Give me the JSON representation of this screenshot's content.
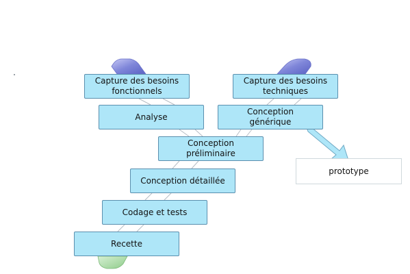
{
  "diagram": {
    "steps": {
      "capture_fonctionnels": "Capture des besoins\nfonctionnels",
      "capture_techniques": "Capture des besoins\ntechniques",
      "analyse": "Analyse",
      "conception_generique": "Conception\ngénérique",
      "conception_preliminaire": "Conception\npréliminaire",
      "conception_detaillee": "Conception détaillée",
      "codage_tests": "Codage et tests",
      "recette": "Recette"
    },
    "prototype_label": "prototype"
  },
  "colors": {
    "box_fill": "#aee6f8",
    "box_border": "#5a8fae",
    "left_branch": "#7f86d9",
    "right_branch": "#7f86d9",
    "bottom_cap": "#9fd39b",
    "arrow_fill": "#aee6f8"
  }
}
